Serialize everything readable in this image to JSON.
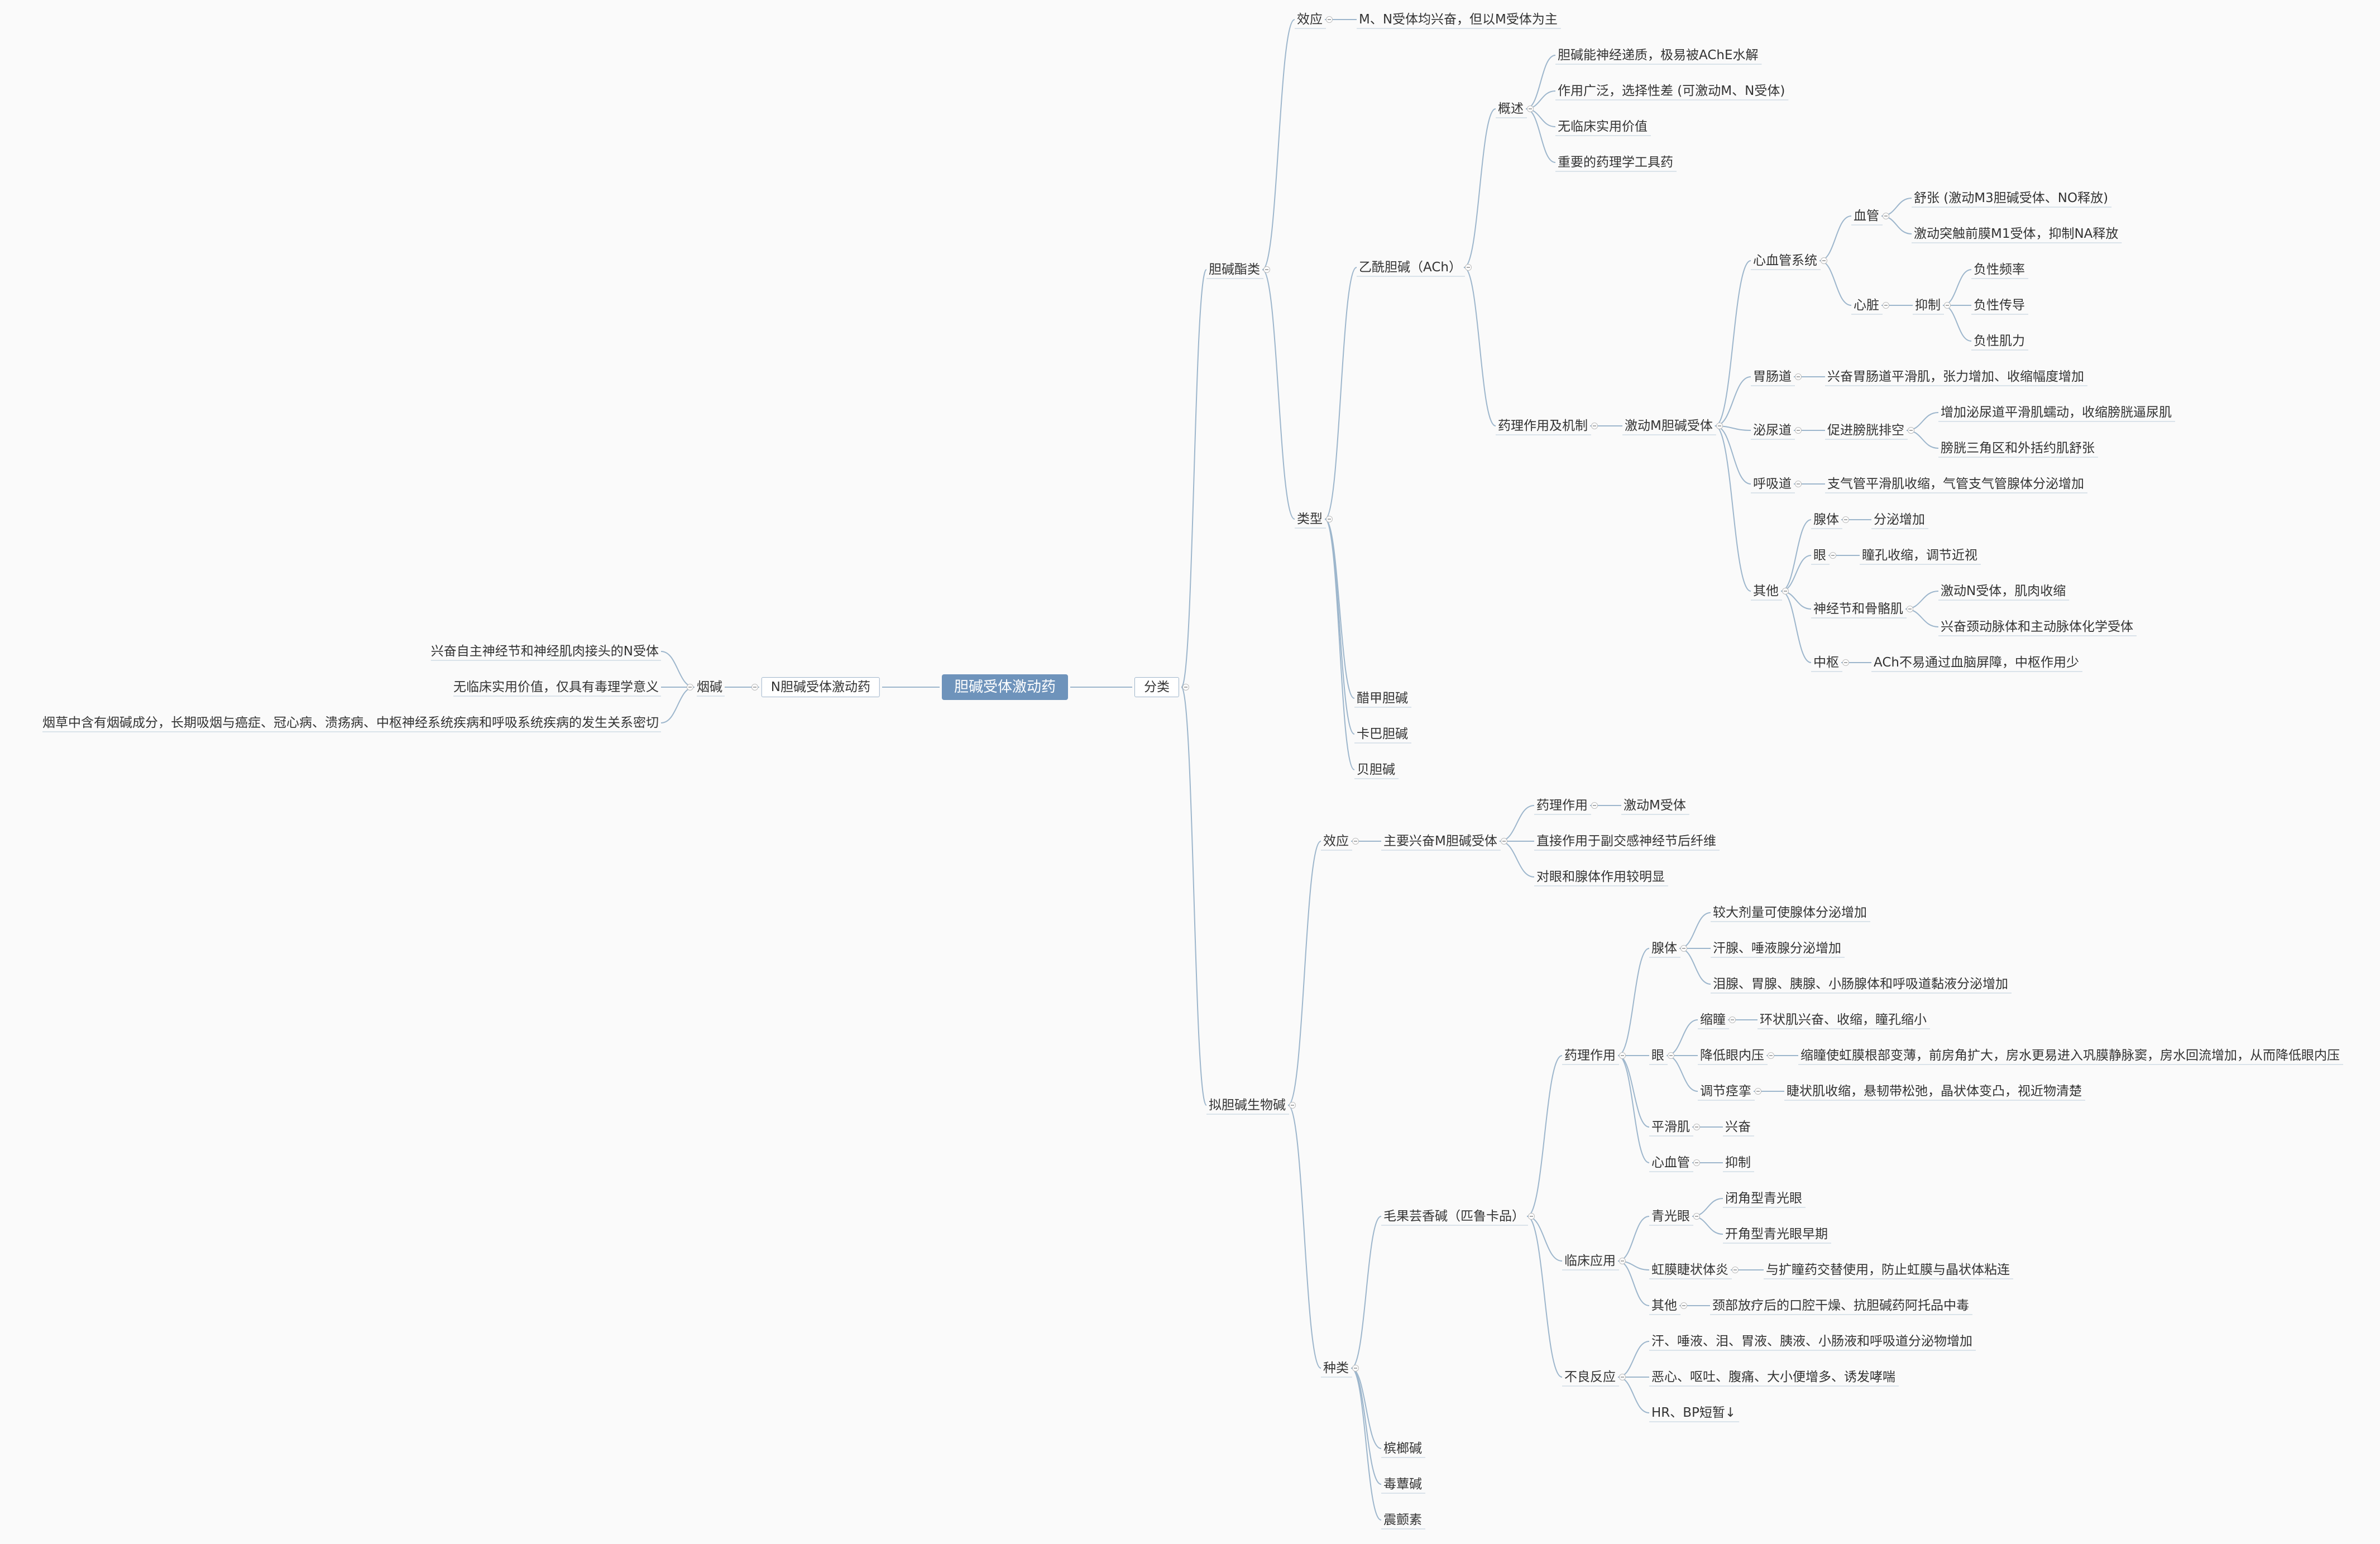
{
  "mindmap": {
    "root": "胆碱受体激动药",
    "n_branch": {
      "label": "N胆碱受体激动药",
      "nicotine": "烟碱",
      "notes": [
        "兴奋自主神经节和神经肌肉接头的N受体",
        "无临床实用价值，仅具有毒理学意义",
        "烟草中含有烟碱成分，长期吸烟与癌症、冠心病、溃疡病、中枢神经系统疾病和呼吸系统疾病的发生关系密切"
      ]
    },
    "classification": "分类",
    "choline_esters": {
      "label": "胆碱酯类",
      "effect": "效应",
      "effect_text": "M、N受体均兴奋，但以M受体为主",
      "types": "类型",
      "ach": "乙酰胆碱（ACh）",
      "overview": "概述",
      "overview_items": [
        "胆碱能神经递质，极易被AChE水解",
        "作用广泛，选择性差 (可激动M、N受体)",
        "无临床实用价值",
        "重要的药理学工具药"
      ],
      "pharmacology": "药理作用及机制",
      "activate_m": "激动M胆碱受体",
      "cardio": "心血管系统",
      "vessel": "血管",
      "vessel_items": [
        "舒张 (激动M3胆碱受体、NO释放)",
        "激动突触前膜M1受体，抑制NA释放"
      ],
      "heart": "心脏",
      "inhibit": "抑制",
      "heart_items": [
        "负性频率",
        "负性传导",
        "负性肌力"
      ],
      "gi": "胃肠道",
      "gi_text": "兴奋胃肠道平滑肌，张力增加、收缩幅度增加",
      "urinary": "泌尿道",
      "bladder": "促进膀胱排空",
      "bladder_items": [
        "增加泌尿道平滑肌蠕动，收缩膀胱逼尿肌",
        "膀胱三角区和外括约肌舒张"
      ],
      "resp": "呼吸道",
      "resp_text": "支气管平滑肌收缩，气管支气管腺体分泌增加",
      "other": "其他",
      "gland": "腺体",
      "gland_text": "分泌增加",
      "eye": "眼",
      "eye_text": "瞳孔收缩，调节近视",
      "ganglia": "神经节和骨骼肌",
      "ganglia_items": [
        "激动N受体，肌肉收缩",
        "兴奋颈动脉体和主动脉体化学受体"
      ],
      "cns": "中枢",
      "cns_text": "ACh不易通过血脑屏障，中枢作用少",
      "methacholine": "醋甲胆碱",
      "carbachol": "卡巴胆碱",
      "bethanechol": "贝胆碱"
    },
    "alkaloids": {
      "label": "拟胆碱生物碱",
      "effect": "效应",
      "main_m": "主要兴奋M胆碱受体",
      "pharm": "药理作用",
      "pharm_text": "激动M受体",
      "direct": "直接作用于副交感神经节后纤维",
      "eye_gland": "对眼和腺体作用较明显",
      "kinds": "种类",
      "pilocarpine": "毛果芸香碱（匹鲁卡品）",
      "p_pharm": "药理作用",
      "p_gland": "腺体",
      "p_gland_items": [
        "较大剂量可使腺体分泌增加",
        "汗腺、唾液腺分泌增加",
        "泪腺、胃腺、胰腺、小肠腺体和呼吸道黏液分泌增加"
      ],
      "p_eye": "眼",
      "miosis": "缩瞳",
      "miosis_text": "环状肌兴奋、收缩，瞳孔缩小",
      "iop": "降低眼内压",
      "iop_text": "缩瞳使虹膜根部变薄，前房角扩大，房水更易进入巩膜静脉窦，房水回流增加，从而降低眼内压",
      "accom": "调节痉挛",
      "accom_text": "睫状肌收缩，悬韧带松弛，晶状体变凸，视近物清楚",
      "smooth": "平滑肌",
      "smooth_text": "兴奋",
      "cv": "心血管",
      "cv_text": "抑制",
      "clinical": "临床应用",
      "glaucoma": "青光眼",
      "glaucoma_items": [
        "闭角型青光眼",
        "开角型青光眼早期"
      ],
      "iritis": "虹膜睫状体炎",
      "iritis_text": "与扩瞳药交替使用，防止虹膜与晶状体粘连",
      "c_other": "其他",
      "c_other_text": "颈部放疗后的口腔干燥、抗胆碱药阿托品中毒",
      "adverse": "不良反应",
      "adverse_items": [
        "汗、唾液、泪、胃液、胰液、小肠液和呼吸道分泌物增加",
        "恶心、呕吐、腹痛、大小便增多、诱发哮喘",
        "HR、BP短暂↓"
      ],
      "arecoline": "槟榔碱",
      "muscarine": "毒蕈碱",
      "oxotremorine": "震颤素"
    }
  },
  "colors": {
    "line": "#9db6cc",
    "central": "#6e93bb",
    "text": "#333333"
  }
}
